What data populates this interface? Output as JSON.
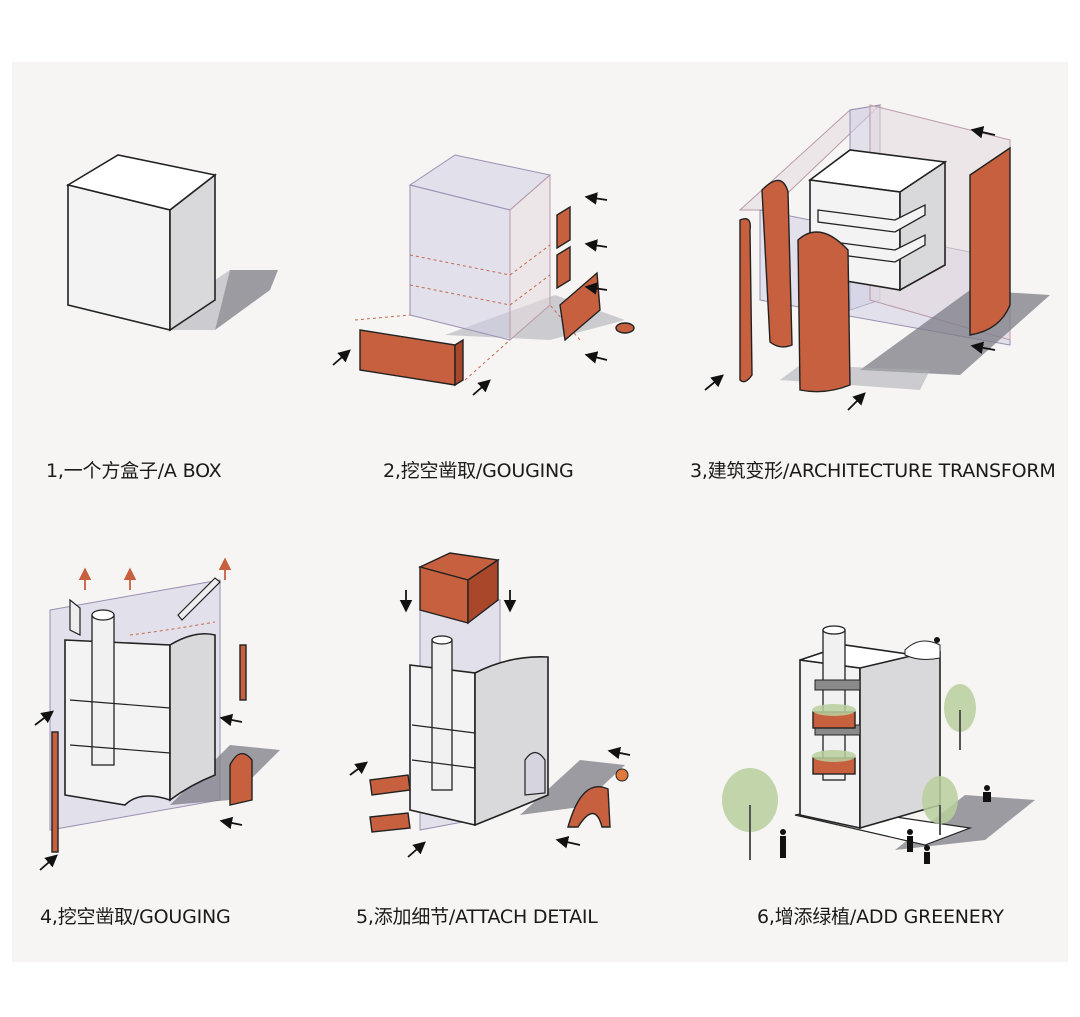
{
  "diagram": {
    "steps": [
      {
        "label": "1,一个方盒子/A BOX"
      },
      {
        "label": "2,挖空凿取/GOUGING"
      },
      {
        "label": "3,建筑变形/ARCHITECTURE TRANSFORM"
      },
      {
        "label": "4,挖空凿取/GOUGING"
      },
      {
        "label": "5,添加细节/ATTACH DETAIL"
      },
      {
        "label": "6,增添绿植/ADD GREENERY"
      }
    ],
    "colors": {
      "terracotta": "#c7603f",
      "glass": "#cfcde3",
      "shadow": "#7c7c86",
      "greenery": "#b9cf9c",
      "background": "#f6f5f3"
    }
  }
}
